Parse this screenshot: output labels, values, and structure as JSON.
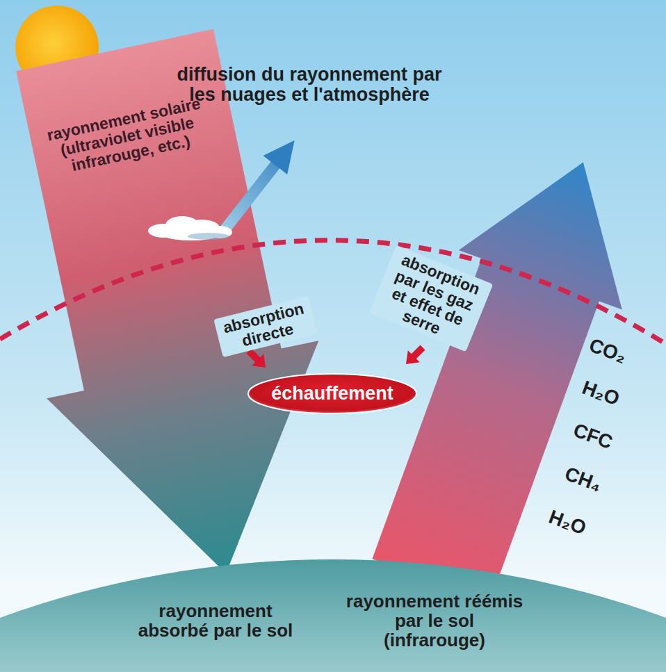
{
  "diagram": {
    "nodes": [
      {
        "text": [
          "échauffement"
        ]
      }
    ],
    "labels": [
      "diffusion du rayonnement par les nuages et l'atmosphère",
      "rayonnement solaire (ultraviolet visible infrarouge, etc.)",
      "absorption directe",
      "absorption par les gaz et effet de serre",
      "CO₂",
      "H₂O",
      "CFC",
      "CH₄",
      "H₂O",
      "rayonnement absorbé par le sol",
      "rayonnement réémis par le sol (infrarouge)"
    ]
  }
}
